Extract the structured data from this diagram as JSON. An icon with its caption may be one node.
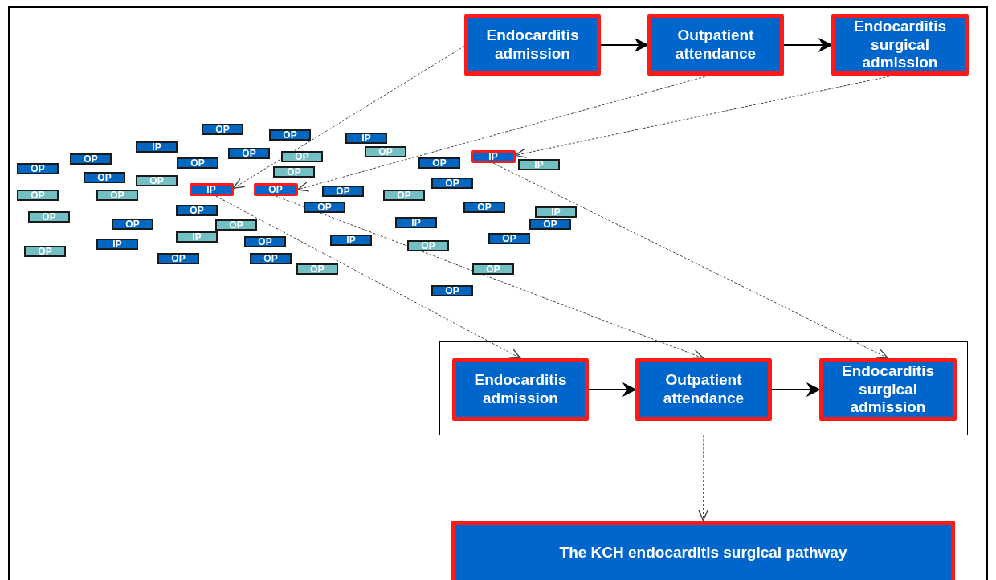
{
  "diagram": {
    "nodes": [
      {
        "text": [
          "Endocarditis admission"
        ]
      },
      {
        "text": [
          "Outpatient attendance"
        ]
      },
      {
        "text": [
          "Endocarditis surgical admission"
        ]
      },
      {
        "text": [
          "OP"
        ]
      },
      {
        "text": [
          "OP"
        ]
      },
      {
        "text": [
          "IP"
        ]
      },
      {
        "text": [
          "IP"
        ]
      },
      {
        "text": [
          "OP"
        ]
      },
      {
        "text": [
          "OP"
        ]
      },
      {
        "text": [
          "OP"
        ]
      },
      {
        "text": [
          "IP"
        ]
      },
      {
        "text": [
          "OP"
        ]
      },
      {
        "text": [
          "OP"
        ]
      },
      {
        "text": [
          "OP"
        ]
      },
      {
        "text": [
          "OP"
        ]
      },
      {
        "text": [
          "OP"
        ]
      },
      {
        "text": [
          "OP"
        ]
      },
      {
        "text": [
          "OP"
        ]
      },
      {
        "text": [
          "IP"
        ]
      },
      {
        "text": [
          "OP"
        ]
      },
      {
        "text": [
          "OP"
        ]
      },
      {
        "text": [
          "IP"
        ]
      },
      {
        "text": [
          "OP"
        ]
      },
      {
        "text": [
          "OP"
        ]
      },
      {
        "text": [
          "OP"
        ]
      },
      {
        "text": [
          "OP"
        ]
      },
      {
        "text": [
          "IP"
        ]
      },
      {
        "text": [
          "OP"
        ]
      },
      {
        "text": [
          "OP"
        ]
      },
      {
        "text": [
          "OP"
        ]
      },
      {
        "text": [
          "OP"
        ]
      },
      {
        "text": [
          "IP"
        ]
      },
      {
        "text": [
          "OP"
        ]
      },
      {
        "text": [
          "OP"
        ]
      },
      {
        "text": [
          "OP"
        ]
      },
      {
        "text": [
          "IP"
        ]
      },
      {
        "text": [
          "IP"
        ]
      },
      {
        "text": [
          "OP"
        ]
      },
      {
        "text": [
          "OP"
        ]
      },
      {
        "text": [
          "IP"
        ]
      },
      {
        "text": [
          "OP"
        ]
      },
      {
        "text": [
          "OP"
        ]
      },
      {
        "text": [
          "OP"
        ]
      },
      {
        "text": [
          "OP"
        ]
      },
      {
        "text": [
          "OP"
        ]
      },
      {
        "text": [
          "OP"
        ]
      },
      {
        "text": [
          "OP"
        ]
      },
      {
        "text": [],
        "shape": "box"
      },
      {
        "text": [
          "Endocarditis admission"
        ],
        "in": 47
      },
      {
        "text": [
          "Outpatient attendance"
        ],
        "in": 47
      },
      {
        "text": [
          "Endocarditis surgical admission"
        ],
        "in": 47
      },
      {
        "text": [
          "The KCH endocarditis surgical pathway"
        ]
      }
    ],
    "edges": [
      {
        "from": 0,
        "to": 1,
        "arrow": "to"
      },
      {
        "from": 1,
        "to": 2,
        "arrow": "to"
      },
      {
        "from": 0,
        "to": 21,
        "arrow": "to",
        "style": "dashed"
      },
      {
        "from": 1,
        "to": 22,
        "arrow": "to",
        "style": "dashed"
      },
      {
        "from": 2,
        "to": 10,
        "arrow": "to",
        "style": "dashed"
      },
      {
        "from": 21,
        "to": 48,
        "arrow": "to",
        "style": "dashed"
      },
      {
        "from": 22,
        "to": 49,
        "arrow": "to",
        "style": "dashed"
      },
      {
        "from": 10,
        "to": 50,
        "arrow": "to",
        "style": "dashed"
      },
      {
        "from": 48,
        "to": 49,
        "arrow": "to"
      },
      {
        "from": 49,
        "to": 50,
        "arrow": "to"
      },
      {
        "from": 47,
        "to": 51,
        "arrow": "to",
        "style": "dashed"
      }
    ]
  }
}
